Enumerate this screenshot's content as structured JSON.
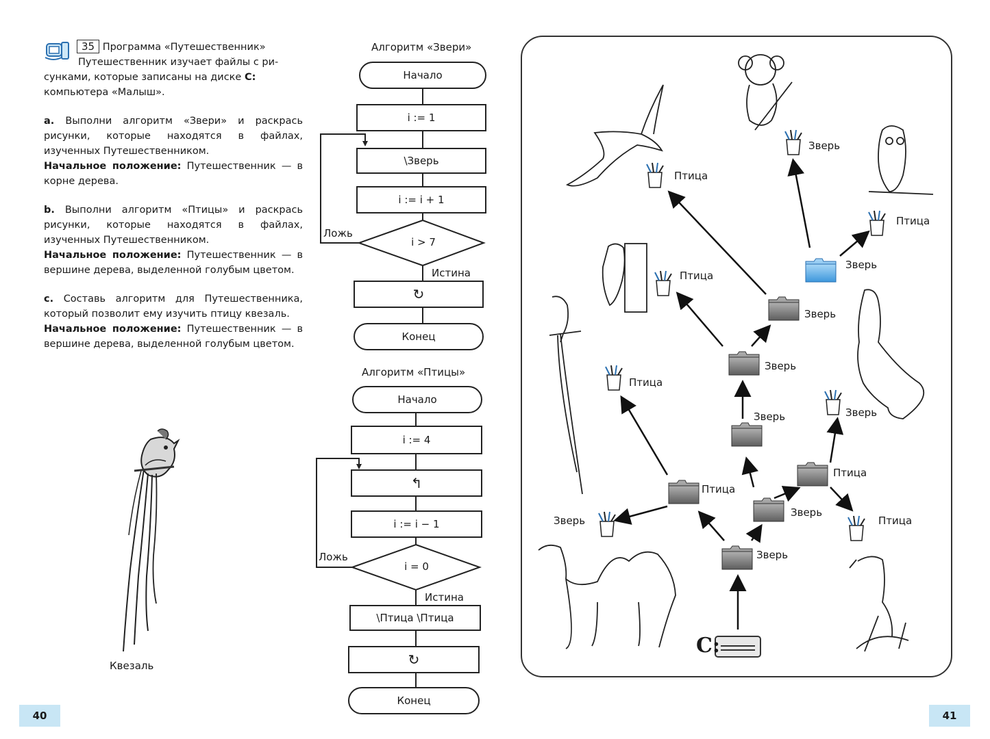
{
  "left_page": {
    "page_number": "40",
    "task": {
      "number": "35",
      "title": "Программа «Путешественник»",
      "intro_line1": "Путешественник изучает файлы с ри-",
      "intro_line2": "сунками, которые записаны на диске",
      "intro_disk": "С:",
      "intro_line3": "компьютера «Малыш».",
      "a_label": "а.",
      "a_text": "Выполни алгоритм «Звери» и раскрась рисунки, которые находятся в файлах, изученных Путешественником.",
      "a_start_label": "Начальное положение:",
      "a_start_text": "Путешественник — в корне дерева.",
      "b_label": "b.",
      "b_text": "Выполни алгоритм «Птицы» и раскрась рисунки, которые находятся в файлах, изученных Путешественником.",
      "b_start_label": "Начальное положение:",
      "b_start_text": "Путешественник — в вершине дерева, выделенной голубым цветом.",
      "c_label": "с.",
      "c_text": "Составь алгоритм для Путешественника, который позволит ему изучить птицу квезаль.",
      "c_start_label": "Начальное положение:",
      "c_start_text": "Путешественник — в вершине дерева, выделенной голубым цветом."
    },
    "quetzal_label": "Квезаль",
    "algo1": {
      "title": "Алгоритм «Звери»",
      "start": "Начало",
      "init": "i := 1",
      "step": "\\Зверь",
      "inc": "i := i + 1",
      "cond": "i > 7",
      "false_label": "Ложь",
      "true_label": "Истина",
      "back": "↻",
      "end": "Конец"
    },
    "algo2": {
      "title": "Алгоритм «Птицы»",
      "start": "Начало",
      "init": "i := 4",
      "step": "↰",
      "dec": "i := i − 1",
      "cond": "i = 0",
      "false_label": "Ложь",
      "true_label": "Истина",
      "action": "\\Птица \\Птица",
      "back": "↻",
      "end": "Конец"
    }
  },
  "right_page": {
    "page_number": "41",
    "drive_letter": "С:",
    "labels": {
      "bird": "Птица",
      "beast": "Зверь"
    },
    "folder_highlight_color": "#5aaee8",
    "folder_color": "#8a8a8a"
  }
}
